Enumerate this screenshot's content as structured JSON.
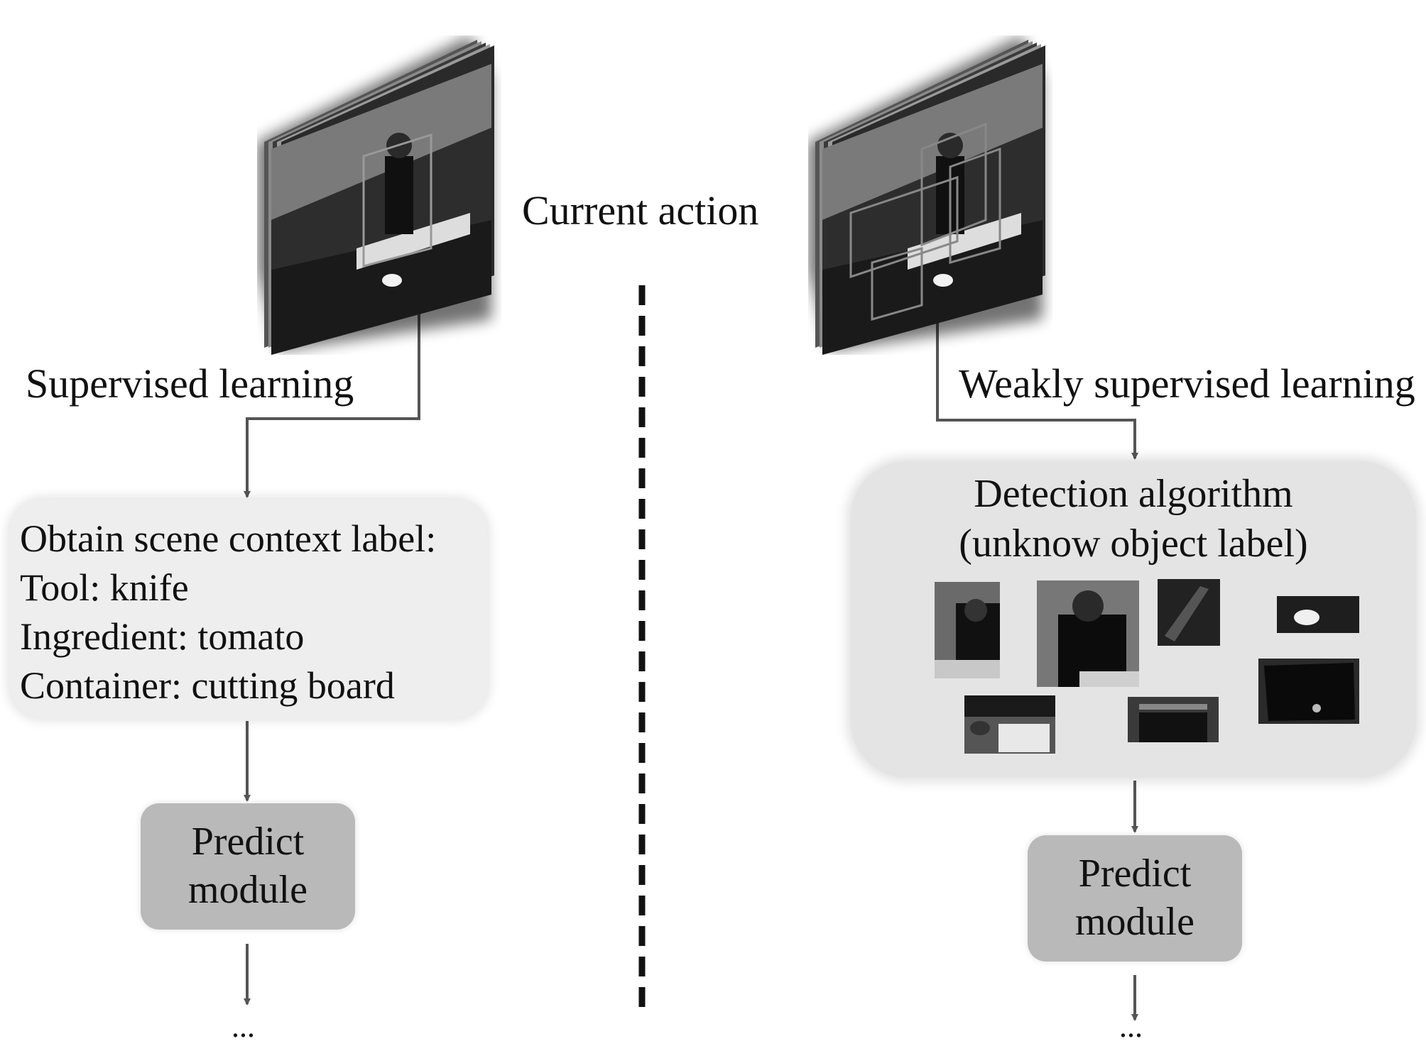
{
  "header": {
    "current_action": "Current action"
  },
  "left": {
    "label": "Supervised learning",
    "context_box": {
      "lines": [
        "Obtain scene context label:",
        "Tool: knife",
        "Ingredient: tomato",
        "Container: cutting board"
      ]
    },
    "predict": {
      "line1": "Predict",
      "line2": "module"
    },
    "ellipsis": "..."
  },
  "right": {
    "label": "Weakly supervised learning",
    "detection": {
      "title": "Detection algorithm",
      "subtitle": "(unknow object label)"
    },
    "predict": {
      "line1": "Predict",
      "line2": "module"
    },
    "ellipsis": "..."
  },
  "colors": {
    "arrow": "#555555",
    "context_box": "#eeeeee",
    "detection_box": "#e4e4e4",
    "predict_box": "#b9b9b9"
  }
}
